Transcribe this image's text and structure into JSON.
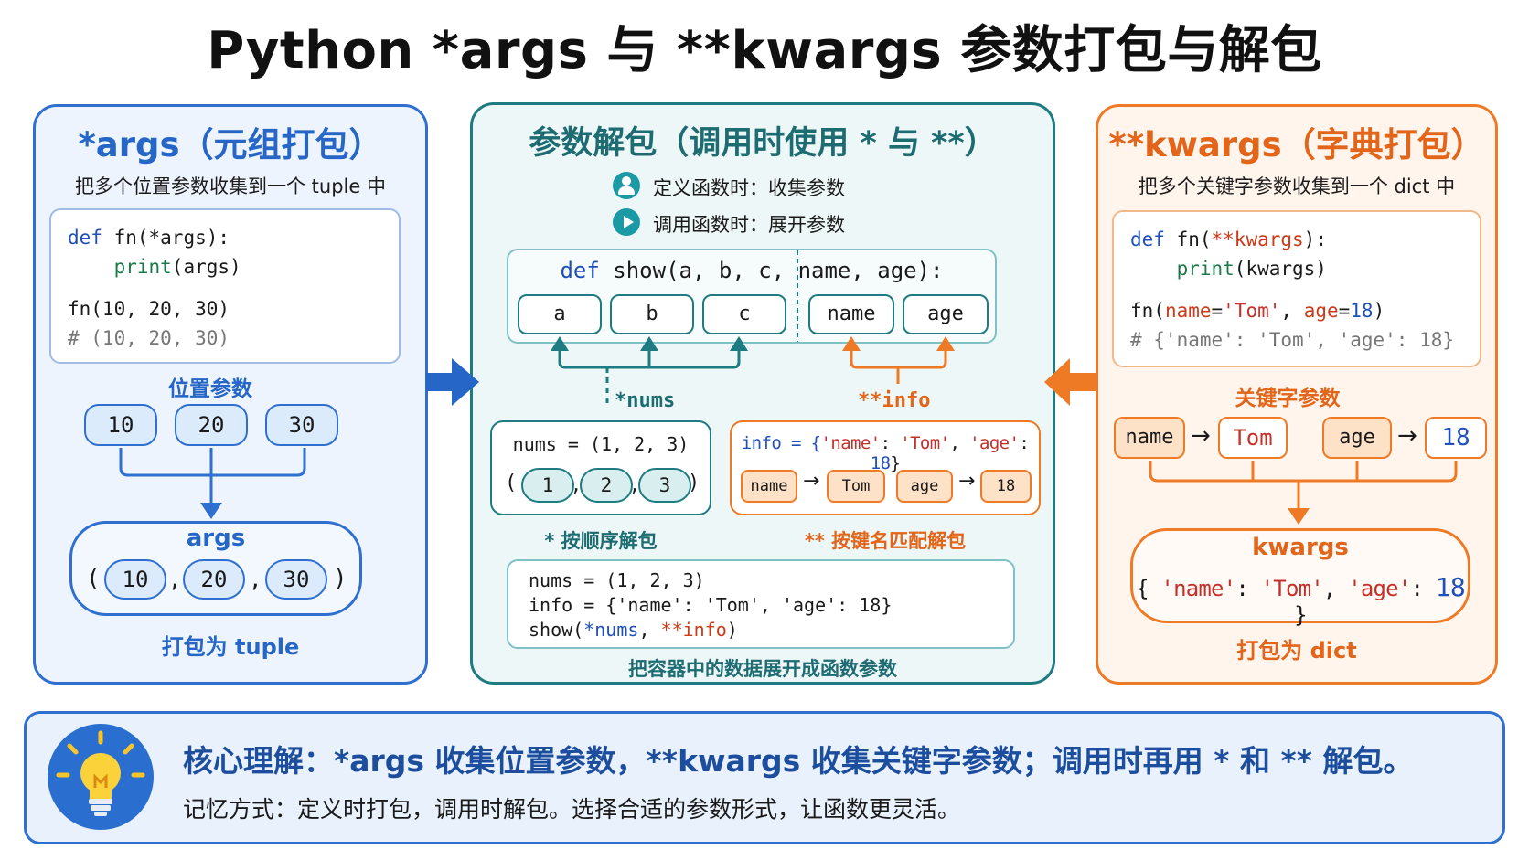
{
  "title": "Python *args 与 **kwargs 参数打包与解包",
  "left": {
    "title": "*args（元组打包）",
    "subtitle": "把多个位置参数收集到一个 tuple 中",
    "code": {
      "l1_kw": "def",
      "l1_rest": " fn(*args):",
      "l2_builtin": "print",
      "l2_rest": "(args)",
      "l3": "fn(10, 20, 30)",
      "l4": "# (10, 20, 30)"
    },
    "positional_label": "位置参数",
    "values": [
      "10",
      "20",
      "30"
    ],
    "args_label": "args",
    "tuple_values": [
      "10",
      "20",
      "30"
    ],
    "paren_open": "(",
    "paren_close": ")",
    "comma": ",",
    "bottom_label": "打包为 tuple"
  },
  "middle": {
    "title": "参数解包（调用时使用 * 与 **）",
    "legend": [
      {
        "icon": "user-icon",
        "text": "定义函数时：收集参数"
      },
      {
        "icon": "play-icon",
        "text": "调用函数时：展开参数"
      }
    ],
    "signature": {
      "kw": "def",
      "rest": " show(a, b, c, name, age):"
    },
    "params": [
      "a",
      "b",
      "c",
      "name",
      "age"
    ],
    "nums_label": "*nums",
    "info_label": "**info",
    "nums_code": "nums = (1, 2, 3)",
    "nums_values": [
      "1",
      "2",
      "3"
    ],
    "info_code": {
      "a": "info = {",
      "k1": "'name'",
      "c1": ": ",
      "v1": "'Tom'",
      "c2": ", ",
      "k2": "'age'",
      "c3": ": ",
      "v2": "18",
      "end": "}"
    },
    "info_pairs": [
      {
        "key": "name",
        "value": "Tom"
      },
      {
        "key": "age",
        "value": "18"
      }
    ],
    "arrow": "→",
    "order_label": "* 按顺序解包",
    "key_label": "** 按键名匹配解包",
    "call_code": {
      "l1": "nums = (1, 2, 3)",
      "l2": "info = {'name': 'Tom', 'age': 18}",
      "l3_a": "show(",
      "l3_b": "*nums",
      "l3_c": ", ",
      "l3_d": "**info",
      "l3_e": ")"
    },
    "bottom_label": "把容器中的数据展开成函数参数"
  },
  "right": {
    "title": "**kwargs（字典打包）",
    "subtitle": "把多个关键字参数收集到一个 dict 中",
    "code": {
      "l1_kw": "def",
      "l1_a": " fn(",
      "l1_b": "**kwargs",
      "l1_c": "):",
      "l2_builtin": "print",
      "l2_rest": "(kwargs)",
      "l3_a": "fn(",
      "l3_b": "name",
      "l3_c": "=",
      "l3_d": "'Tom'",
      "l3_e": ", ",
      "l3_f": "age",
      "l3_g": "=",
      "l3_h": "18",
      "l3_i": ")",
      "l4": "# {'name': 'Tom', 'age': 18}"
    },
    "keyword_label": "关键字参数",
    "pairs": [
      {
        "key": "name",
        "value": "Tom"
      },
      {
        "key": "age",
        "value": "18"
      }
    ],
    "arrow": "→",
    "kwargs_label": "kwargs",
    "dict_display": {
      "open": "{ ",
      "k1": "'name'",
      "c1": ": ",
      "v1": "'Tom'",
      "c2": ", ",
      "k2": "'age'",
      "c3": ": ",
      "v2": "18",
      "close": " }"
    },
    "bottom_label": "打包为 dict"
  },
  "summary": {
    "headline": "核心理解：*args 收集位置参数，**kwargs 收集关键字参数；调用时再用 * 和 ** 解包。",
    "detail": "记忆方式：定义时打包，调用时解包。选择合适的参数形式，让函数更灵活。",
    "icon": "lightbulb-icon"
  },
  "colors": {
    "blue": "#2f6fd0",
    "teal": "#1f7b82",
    "orange": "#ef7a26"
  }
}
